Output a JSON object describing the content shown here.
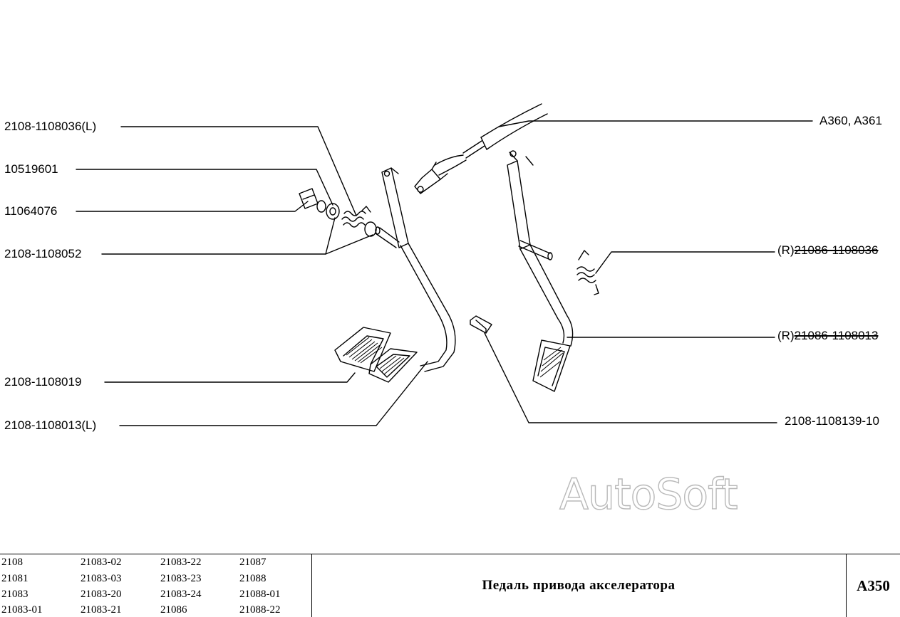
{
  "labels": {
    "l1": "2108-1108036(L)",
    "l2": "10519601",
    "l3": "11064076",
    "l4": "2108-1108052",
    "l5": "2108-1108019",
    "l6": "2108-1108013(L)",
    "r1": "A360, A361",
    "r2_prefix": "(R)",
    "r2_code": "21086-1108036",
    "r3_prefix": "(R)",
    "r3_code": "21086-1108013",
    "r4": "2108-1108139-10"
  },
  "watermark": "AutoSoft",
  "footer": {
    "models": [
      [
        "2108",
        "21083-02",
        "21083-22",
        "21087"
      ],
      [
        "21081",
        "21083-03",
        "21083-23",
        "21088"
      ],
      [
        "21083",
        "21083-20",
        "21083-24",
        "21088-01"
      ],
      [
        "21083-01",
        "21083-21",
        "21086",
        "21088-22"
      ]
    ],
    "title": "Педаль привода акселератора",
    "code": "A350"
  }
}
